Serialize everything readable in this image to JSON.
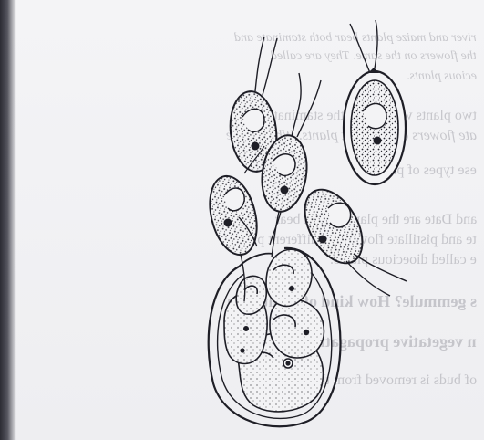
{
  "bleed_through_text": [
    "river and maize plants bear both staminate and",
    "the flowers on the same. They are called",
    "ecious plants.",
    "two plants which bear the staminate and",
    "ate flowers on different plants. What do we",
    "ese types of plants?",
    "and Date are the plants which bear",
    "te and pistillate flowers on different plants",
    "e called dioecious plants.",
    "s gemmule? How kind of plants you",
    "n vegetative propagation",
    "of buds is removed from the base of the",
    ""
  ],
  "colors": {
    "paper": "#f1f1f3",
    "ink": "#1e1e26",
    "bleed": "#5a5a66"
  }
}
